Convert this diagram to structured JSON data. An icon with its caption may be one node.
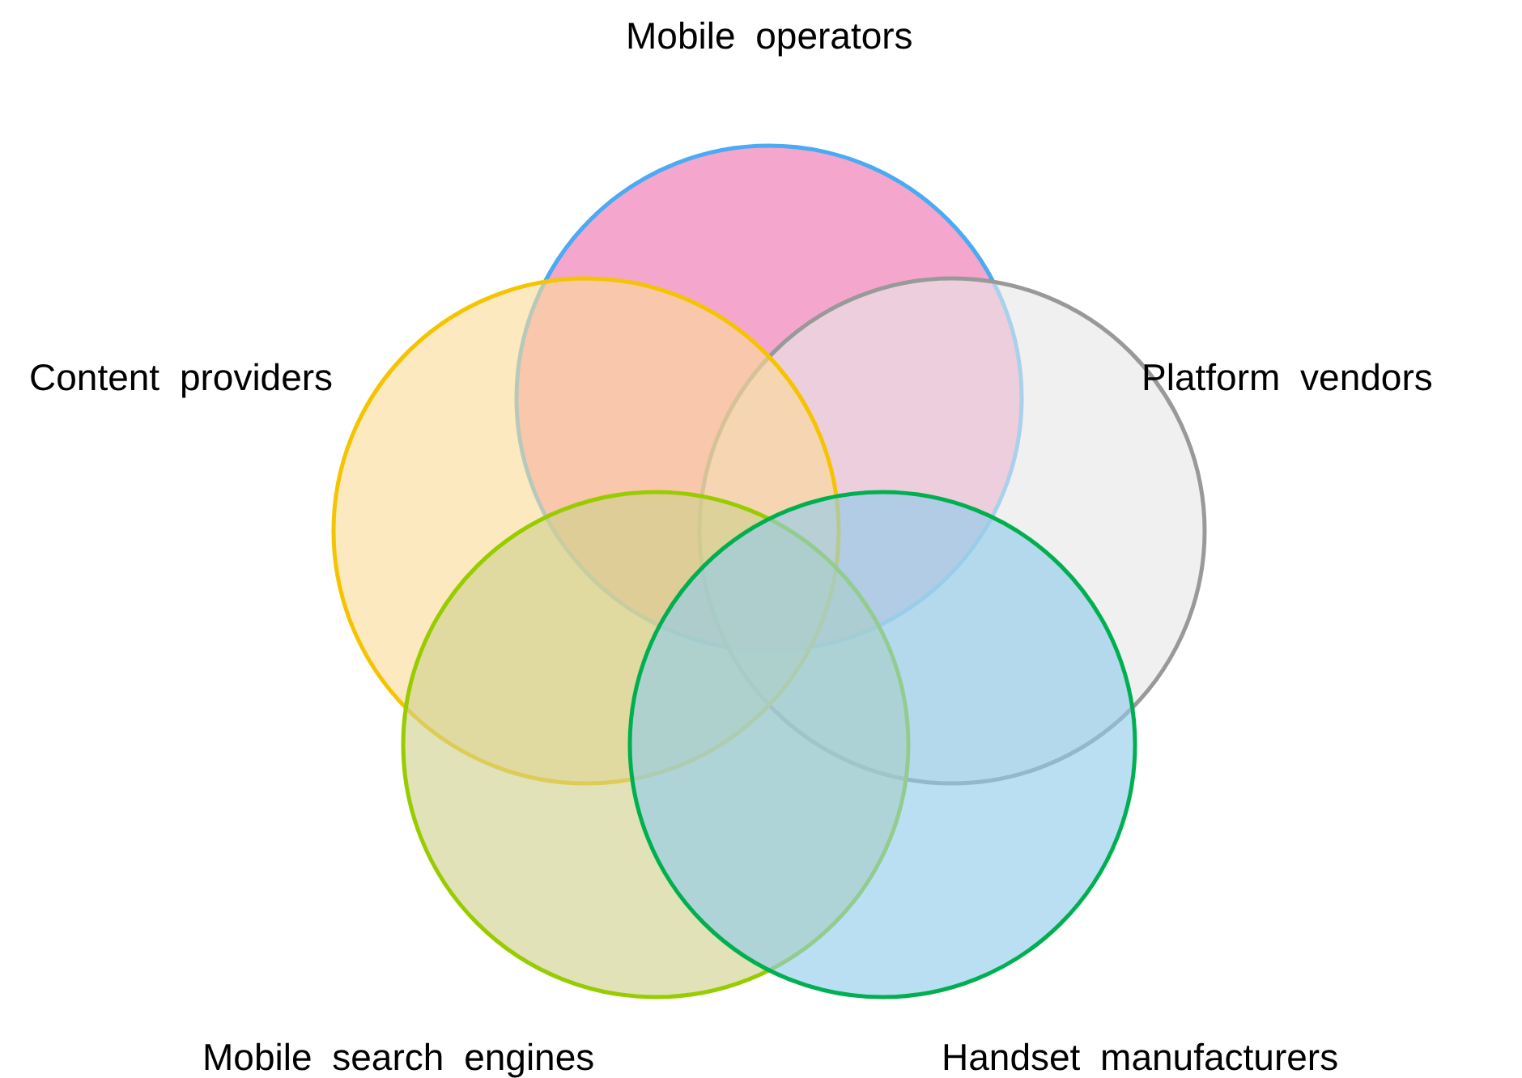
{
  "diagram": {
    "nodes": [
      {
        "text": [
          "Mobile operators"
        ]
      },
      {
        "text": [
          "Content providers"
        ]
      },
      {
        "text": [
          "Platform vendors"
        ]
      },
      {
        "text": [
          "Mobile search engines"
        ]
      },
      {
        "text": [
          "Handset manufacturers"
        ]
      }
    ],
    "edges": []
  }
}
